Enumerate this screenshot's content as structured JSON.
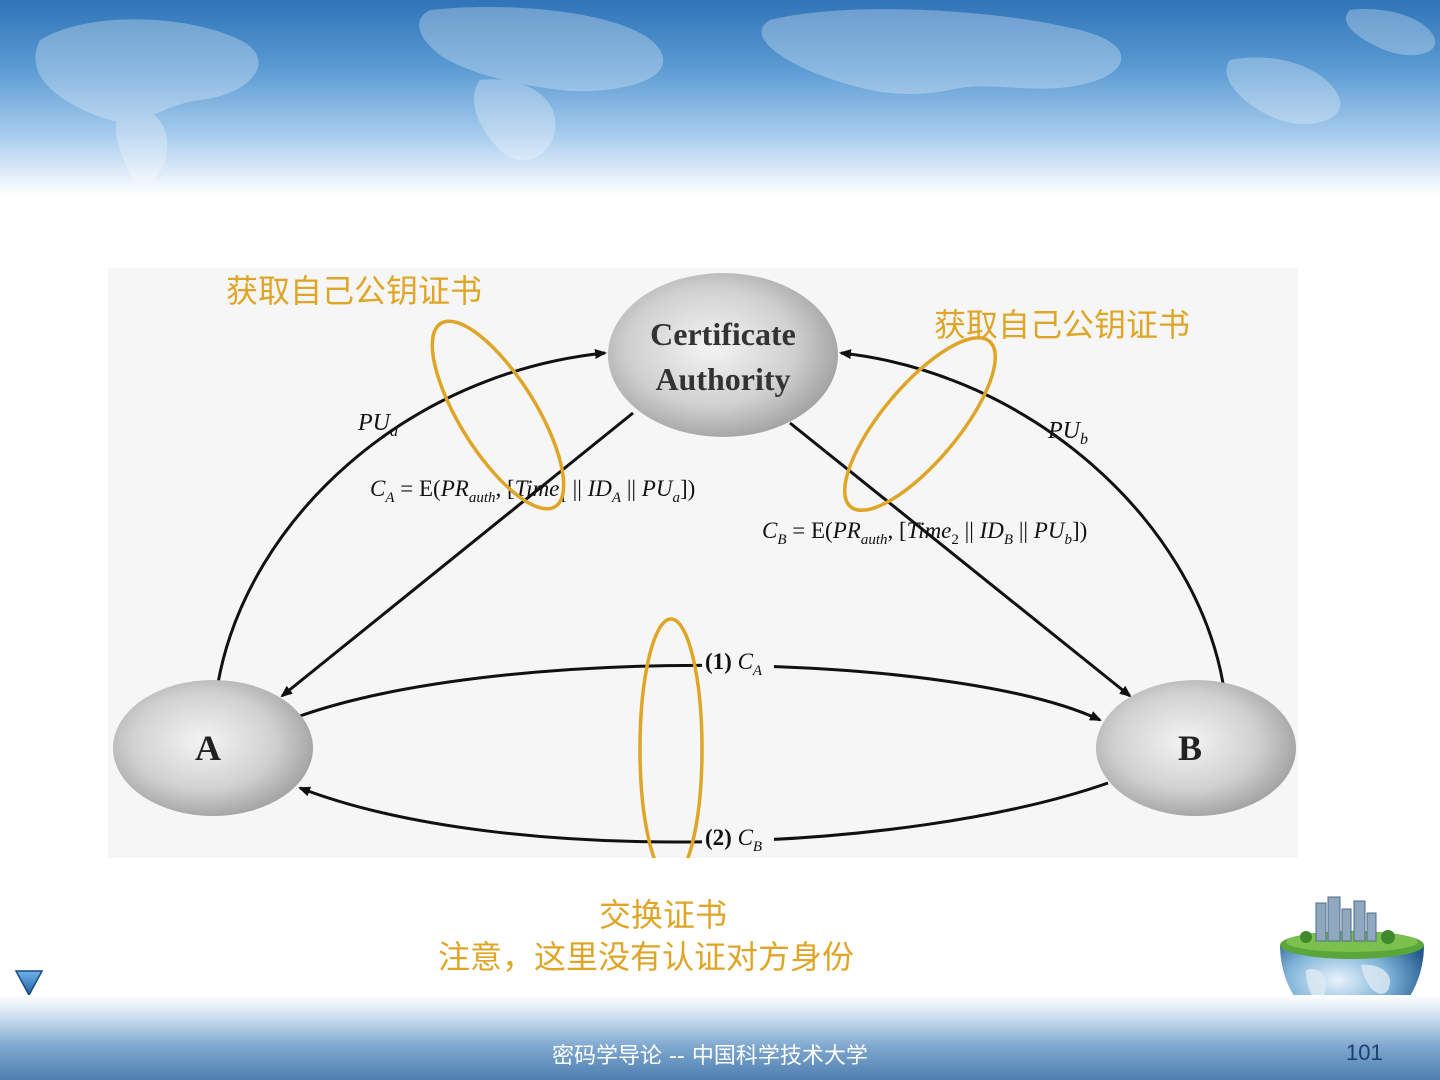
{
  "annotations": {
    "get_cert_left": "获取自己公钥证书",
    "get_cert_right": "获取自己公钥证书",
    "exchange": "交换证书",
    "note": "注意，这里没有认证对方身份"
  },
  "diagram": {
    "ca_line1": "Certificate",
    "ca_line2": "Authority",
    "node_a": "A",
    "node_b": "B",
    "pu_a": {
      "base": "PU",
      "sub": "a"
    },
    "pu_b": {
      "base": "PU",
      "sub": "b"
    },
    "cert_a": {
      "c": "C",
      "c_sub": "A",
      "eq": " = E(",
      "pr": "PR",
      "pr_sub": "auth",
      "mid": ", [",
      "time": "Time",
      "time_sub": "1",
      "sep1": " || ",
      "id": "ID",
      "id_sub": "A",
      "sep2": " || ",
      "pu": "PU",
      "pu_sub": "a",
      "end": "])"
    },
    "cert_b": {
      "c": "C",
      "c_sub": "B",
      "eq": " = E(",
      "pr": "PR",
      "pr_sub": "auth",
      "mid": ", [",
      "time": "Time",
      "time_sub": "2",
      "sep1": " || ",
      "id": "ID",
      "id_sub": "B",
      "sep2": " || ",
      "pu": "PU",
      "pu_sub": "b",
      "end": "])"
    },
    "msg1": {
      "num": "(1) ",
      "c": "C",
      "sub": "A"
    },
    "msg2": {
      "num": "(2) ",
      "c": "C",
      "sub": "B"
    }
  },
  "footer": {
    "title": "密码学导论 -- 中国科学技术大学",
    "page_number": "101"
  },
  "colors": {
    "highlight": "#dfa526",
    "node_fill": "#c8c8c8",
    "header_blue": "#2f74b8"
  },
  "icons": {
    "nav": "triangle-down-icon",
    "globe": "globe-city-icon"
  }
}
